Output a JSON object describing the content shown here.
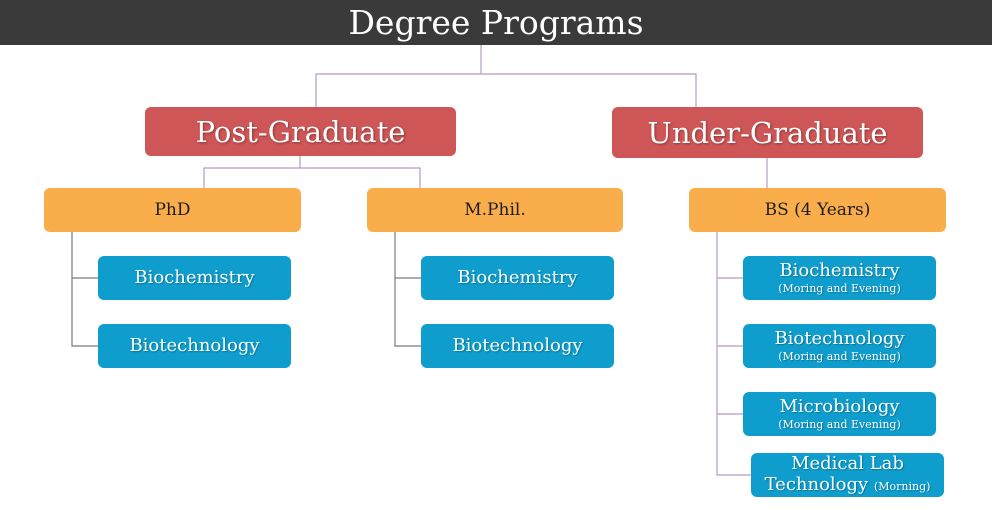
{
  "title": "Degree Programs",
  "colors": {
    "title_bar": "#3a3a3a",
    "level": "#cf5657",
    "program": "#f9ad4b",
    "discipline": "#0e9dcc",
    "connector": "#b59bc4"
  },
  "levels": {
    "post_graduate": {
      "label": "Post-Graduate",
      "programs": {
        "phd": {
          "label": "PhD",
          "disciplines": [
            {
              "name": "Biochemistry"
            },
            {
              "name": "Biotechnology"
            }
          ]
        },
        "mphil": {
          "label": "M.Phil.",
          "disciplines": [
            {
              "name": "Biochemistry"
            },
            {
              "name": "Biotechnology"
            }
          ]
        }
      }
    },
    "under_graduate": {
      "label": "Under-Graduate",
      "programs": {
        "bs": {
          "label": "BS (4 Years)",
          "disciplines": [
            {
              "name": "Biochemistry",
              "note": "(Moring and Evening)"
            },
            {
              "name": "Biotechnology",
              "note": "(Moring and Evening)"
            },
            {
              "name": "Microbiology",
              "note": "(Moring and Evening)"
            },
            {
              "name_line1": "Medical Lab",
              "name_line2": "Technology",
              "note": "(Morning)"
            }
          ]
        }
      }
    }
  }
}
